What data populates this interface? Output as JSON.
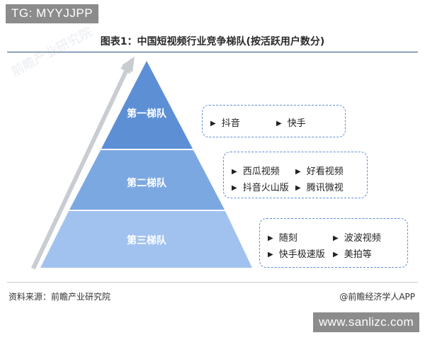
{
  "badge_top": "TG: MYYJJPP",
  "figure_title": "图表1：中国短视频行业竞争梯队(按活跃用户数分)",
  "tiers": [
    {
      "label": "第一梯队",
      "items": [
        "抖音",
        "快手"
      ],
      "color": "#5d8fd5"
    },
    {
      "label": "第二梯队",
      "items": [
        "西瓜视频",
        "好看视频",
        "抖音火山版",
        "腾讯微视"
      ],
      "color": "#7ca8e2"
    },
    {
      "label": "第三梯队",
      "items": [
        "随刻",
        "波波视频",
        "快手极速版",
        "美拍等"
      ],
      "color": "#a1c2ef"
    }
  ],
  "source_note": "资料来源：前瞻产业研究院",
  "copyright": "@前瞻经济学人APP",
  "badge_bottom": "www.sanlizc.com",
  "watermark": "前瞻产业研究院",
  "colors": {
    "callout_border": "#5b8fd8",
    "arrow": "#c9ccd1"
  },
  "icons": {
    "callout_bullet": "triangle-right-icon"
  }
}
